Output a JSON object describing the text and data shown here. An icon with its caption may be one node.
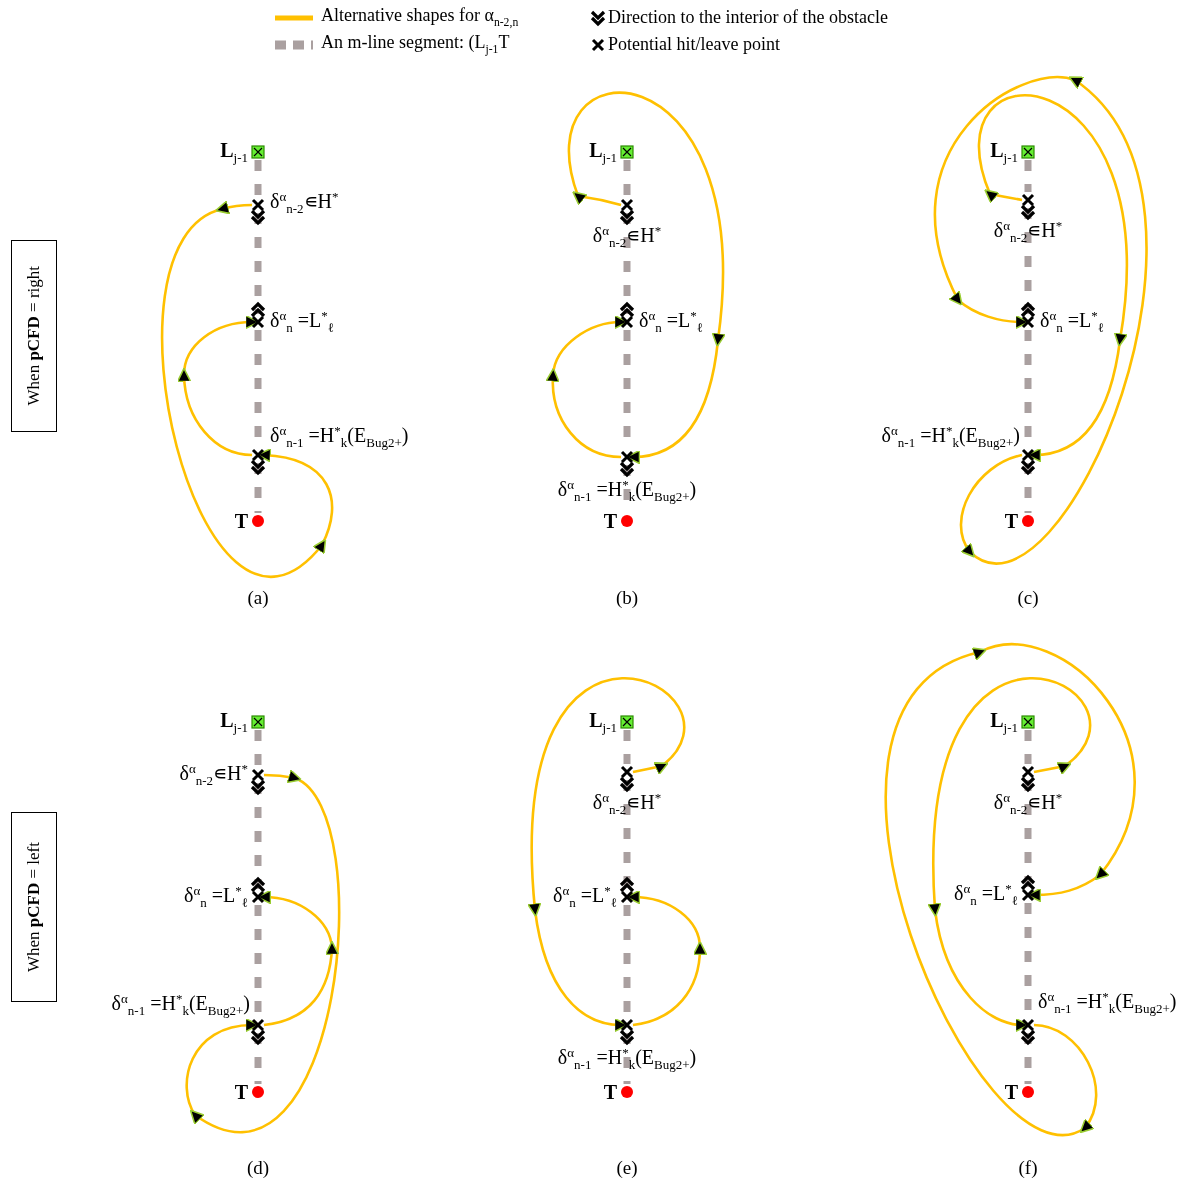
{
  "diagram": {
    "nodes": [
      {
        "text": [
          "When **pCFD** = right"
        ]
      },
      {
        "text": [],
        "shape": "box",
        "beside": [
          "**L**$_{j-1}$"
        ]
      },
      {
        "text": [],
        "shape": "cross",
        "beside": [
          "δ$^{α}$$_{n-2}$∊H$^{*}$"
        ]
      },
      {
        "text": [],
        "shape": "cross",
        "beside": [
          "δ$^{α}$$_{n}$ =L$^{*}$$_{ℓ}$"
        ]
      },
      {
        "text": [],
        "shape": "cross",
        "beside": [
          "δ$^{α}$$_{n-1}$ =H$^{*}$$_{k}$(E$_{Bug2+}$)"
        ]
      },
      {
        "text": [],
        "shape": "circle",
        "beside": [
          "T"
        ]
      },
      {
        "text": [],
        "shape": "box",
        "beside": [
          "**L**$_{j-1}$"
        ]
      },
      {
        "text": [],
        "shape": "cross",
        "beside": [
          "δ$^{α}$$_{n-2}$∊H$^{*}$"
        ]
      },
      {
        "text": [],
        "shape": "cross",
        "beside": [
          "δ$^{α}$$_{n}$ =L$^{*}$$_{ℓ}$"
        ]
      },
      {
        "text": [],
        "shape": "cross",
        "beside": [
          "δ$^{α}$$_{n-1}$ =H$^{*}$$_{k}$(E$_{Bug2+}$)"
        ]
      },
      {
        "text": [],
        "shape": "circle",
        "beside": [
          "T"
        ]
      },
      {
        "text": [],
        "shape": "box",
        "beside": [
          "**L**$_{j-1}$"
        ]
      },
      {
        "text": [],
        "shape": "cross",
        "beside": [
          "δ$^{α}$$_{n-2}$∊H$^{*}$"
        ]
      },
      {
        "text": [],
        "shape": "cross",
        "beside": [
          "δ$^{α}$$_{n}$ =L$^{*}$$_{ℓ}$"
        ]
      },
      {
        "text": [],
        "shape": "cross",
        "beside": [
          "δ$^{α}$$_{n-1}$ =H$^{*}$$_{k}$(E$_{Bug2+}$)"
        ]
      },
      {
        "text": [],
        "shape": "circle",
        "beside": [
          "T"
        ]
      },
      {
        "text": [
          "When **pCFD** = left"
        ]
      },
      {
        "text": [],
        "shape": "box",
        "beside": [
          "**L**$_{j-1}$"
        ]
      },
      {
        "text": [],
        "shape": "cross",
        "beside": [
          "δ$^{α}$$_{n-2}$∊H$^{*}$"
        ]
      },
      {
        "text": [],
        "shape": "cross",
        "beside": [
          "δ$^{α}$$_{n}$ =L$^{*}$$_{ℓ}$"
        ]
      },
      {
        "text": [],
        "shape": "cross",
        "beside": [
          "δ$^{α}$$_{n-1}$ =H$^{*}$$_{k}$(E$_{Bug2+}$)"
        ]
      },
      {
        "text": [],
        "shape": "circle",
        "beside": [
          "T"
        ]
      },
      {
        "text": [],
        "shape": "box",
        "beside": [
          "**L**$_{j-1}$"
        ]
      },
      {
        "text": [],
        "shape": "cross",
        "beside": [
          "δ$^{α}$$_{n-2}$∊H$^{*}$"
        ]
      },
      {
        "text": [],
        "shape": "cross",
        "beside": [
          "δ$^{α}$$_{n}$ =L$^{*}$$_{ℓ}$"
        ]
      },
      {
        "text": [],
        "shape": "cross",
        "beside": [
          "δ$^{α}$$_{n-1}$ =H$^{*}$$_{k}$(E$_{Bug2+}$)"
        ]
      },
      {
        "text": [],
        "shape": "circle",
        "beside": [
          "T"
        ]
      },
      {
        "text": [],
        "shape": "box",
        "beside": [
          "**L**$_{j-1}$"
        ]
      },
      {
        "text": [],
        "shape": "cross",
        "beside": [
          "δ$^{α}$$_{n-2}$∊H$^{*}$"
        ]
      },
      {
        "text": [],
        "shape": "cross",
        "beside": [
          "δ$^{α}$$_{n}$ =L$^{*}$$_{ℓ}$"
        ]
      },
      {
        "text": [],
        "shape": "cross",
        "beside": [
          "δ$^{α}$$_{n-1}$ =H$^{*}$$_{k}$(E$_{Bug2+}$)"
        ]
      },
      {
        "text": [],
        "shape": "circle",
        "beside": [
          "T"
        ]
      }
    ],
    "edges": [
      {
        "from": 1,
        "to": 2,
        "arrow": "none",
        "style": "dashed"
      },
      {
        "from": 2,
        "to": 3,
        "arrow": "none",
        "style": "dashed"
      },
      {
        "from": 3,
        "to": 4,
        "arrow": "none",
        "style": "dashed"
      },
      {
        "from": 4,
        "to": 5,
        "arrow": "none",
        "style": "dashed"
      },
      {
        "from": 2,
        "to": 4,
        "arrow": "to",
        "color": "#ffc000"
      },
      {
        "from": 4,
        "to": 3,
        "arrow": "to",
        "color": "#ffc000"
      },
      {
        "from": 6,
        "to": 7,
        "arrow": "none",
        "style": "dashed"
      },
      {
        "from": 7,
        "to": 8,
        "arrow": "none",
        "style": "dashed"
      },
      {
        "from": 8,
        "to": 9,
        "arrow": "none",
        "style": "dashed"
      },
      {
        "from": 9,
        "to": 10,
        "arrow": "none",
        "style": "dashed"
      },
      {
        "from": 7,
        "to": 9,
        "arrow": "to",
        "color": "#ffc000"
      },
      {
        "from": 9,
        "to": 8,
        "arrow": "to",
        "color": "#ffc000"
      },
      {
        "from": 11,
        "to": 12,
        "arrow": "none",
        "style": "dashed"
      },
      {
        "from": 12,
        "to": 13,
        "arrow": "none",
        "style": "dashed"
      },
      {
        "from": 13,
        "to": 14,
        "arrow": "none",
        "style": "dashed"
      },
      {
        "from": 14,
        "to": 15,
        "arrow": "none",
        "style": "dashed"
      },
      {
        "from": 12,
        "to": 14,
        "arrow": "to",
        "color": "#ffc000"
      },
      {
        "from": 14,
        "to": 13,
        "arrow": "to",
        "color": "#ffc000"
      },
      {
        "from": 17,
        "to": 18,
        "arrow": "none",
        "style": "dashed"
      },
      {
        "from": 18,
        "to": 19,
        "arrow": "none",
        "style": "dashed"
      },
      {
        "from": 19,
        "to": 20,
        "arrow": "none",
        "style": "dashed"
      },
      {
        "from": 20,
        "to": 21,
        "arrow": "none",
        "style": "dashed"
      },
      {
        "from": 18,
        "to": 20,
        "arrow": "to",
        "color": "#ffc000"
      },
      {
        "from": 20,
        "to": 19,
        "arrow": "to",
        "color": "#ffc000"
      },
      {
        "from": 22,
        "to": 23,
        "arrow": "none",
        "style": "dashed"
      },
      {
        "from": 23,
        "to": 24,
        "arrow": "none",
        "style": "dashed"
      },
      {
        "from": 24,
        "to": 25,
        "arrow": "none",
        "style": "dashed"
      },
      {
        "from": 25,
        "to": 26,
        "arrow": "none",
        "style": "dashed"
      },
      {
        "from": 23,
        "to": 25,
        "arrow": "to",
        "color": "#ffc000"
      },
      {
        "from": 25,
        "to": 24,
        "arrow": "to",
        "color": "#ffc000"
      },
      {
        "from": 27,
        "to": 28,
        "arrow": "none",
        "style": "dashed"
      },
      {
        "from": 28,
        "to": 29,
        "arrow": "none",
        "style": "dashed"
      },
      {
        "from": 29,
        "to": 30,
        "arrow": "none",
        "style": "dashed"
      },
      {
        "from": 30,
        "to": 31,
        "arrow": "none",
        "style": "dashed"
      },
      {
        "from": 28,
        "to": 30,
        "arrow": "to",
        "color": "#ffc000"
      },
      {
        "from": 30,
        "to": 29,
        "arrow": "to",
        "color": "#ffc000"
      }
    ],
    "labels": [
      "(a)",
      "(b)",
      "(c)",
      "(d)",
      "(e)",
      "(f)"
    ],
    "legend": [
      {
        "text": "Alternative shapes for α$_{n-2,n}$",
        "color": "#ffc000"
      },
      {
        "text": "An m-line segment: (L$_{j-1}$T",
        "color": "#aaa0a0"
      },
      {
        "text": "Direction to the interior of the obstacle"
      },
      {
        "text": "Potential hit/leave point"
      }
    ]
  }
}
